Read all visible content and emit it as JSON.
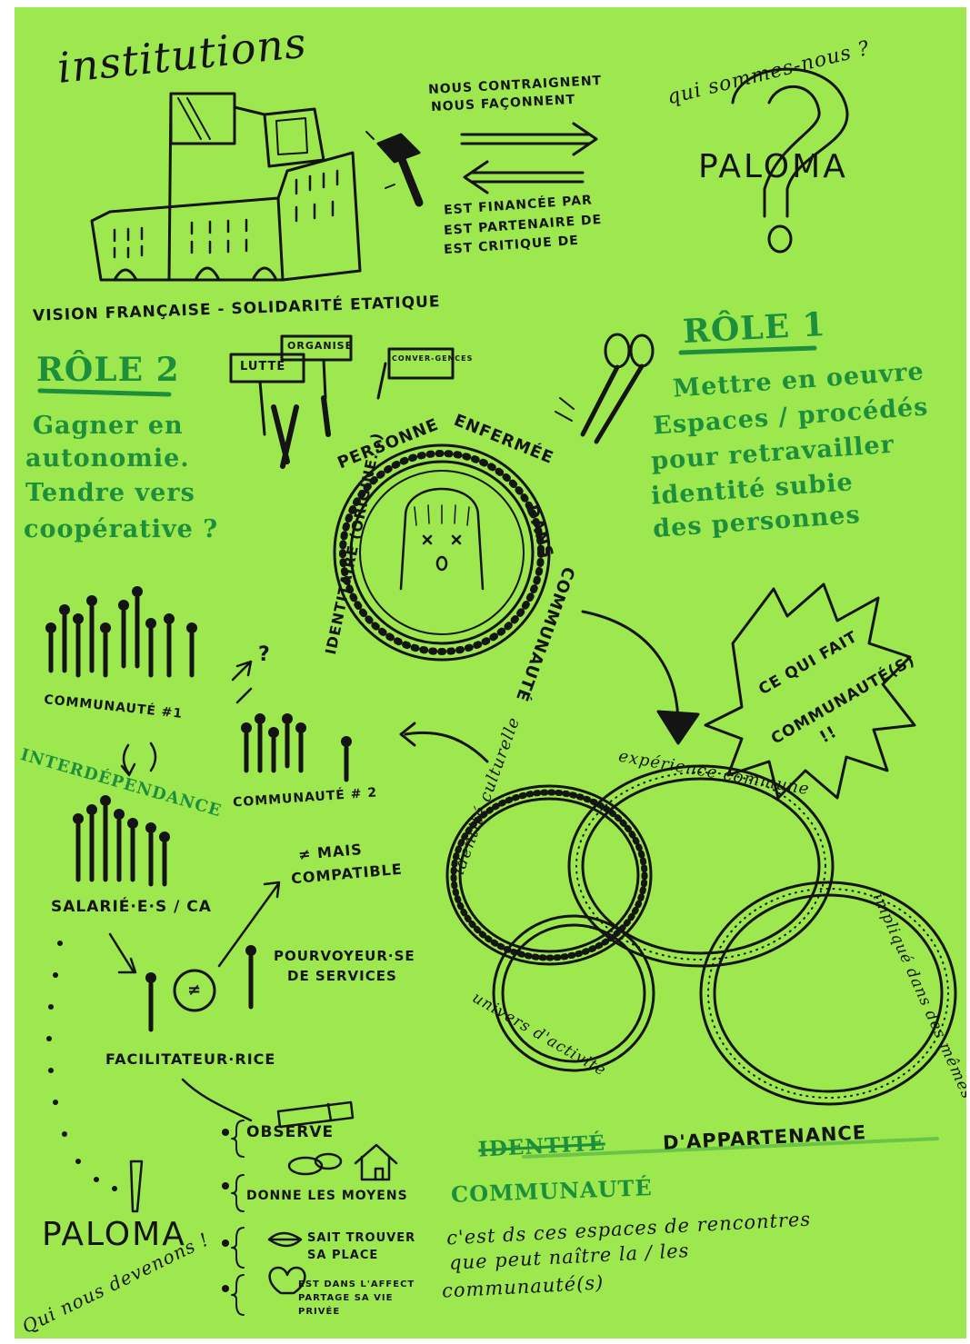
{
  "colors": {
    "paper": "#9ee84f",
    "ink": "#141414",
    "green": "#1d8f3c"
  },
  "header": {
    "institutions": "institutions",
    "nous_contraignent": "NOUS CONTRAIGNENT",
    "nous_faconnent": "NOUS FAÇONNENT",
    "finance_1": "EST FINANCÉE PAR",
    "finance_2": "EST PARTENAIRE DE",
    "finance_3": "EST CRITIQUE DE",
    "vision": "VISION FRANÇAISE - SOLIDARITÉ ETATIQUE",
    "qui_sommes_nous": "qui sommes-nous ?",
    "paloma_top": "PALOMA"
  },
  "roles": {
    "role1_title": "RÔLE 1",
    "role1_lines": [
      "Mettre en oeuvre",
      "Espaces / procédés",
      "pour retravailler",
      "identité subie",
      "des personnes"
    ],
    "role2_title": "RÔLE 2",
    "role2_lines": [
      "Gagner en",
      "autonomie.",
      "Tendre vers",
      "coopérative ?"
    ]
  },
  "signs": {
    "lutte": "LUTTE",
    "organise": "ORGANISE",
    "converge": "CONVER-GENCES"
  },
  "center": {
    "ring_1": "PERSONNE",
    "ring_2": "ENFERMÉE",
    "ring_3": "DANS",
    "ring_4": "COMMUNAUTÉ",
    "ring_5": "IDENTITAIRE (ORIGINE...)"
  },
  "burst": {
    "line1": "CE QUI FAIT",
    "line2": "COMMUNAUTÉ(S)",
    "line3": "!!"
  },
  "communities": {
    "c1": "COMMUNAUTÉ #1",
    "c2": "COMMUNAUTÉ # 2",
    "interdependance": "INTERDÉPENDANCE",
    "question": "?",
    "salaries": "SALARIÉ·E·S / CA",
    "mais_1": "≠ MAIS",
    "mais_2": "COMPATIBLE",
    "neq": "≠",
    "pourvoyeur_1": "POURVOYEUR·SE",
    "pourvoyeur_2": "DE SERVICES",
    "facilitateur": "FACILITATEUR·RICE"
  },
  "venn": {
    "culturelle": "identité culturelle",
    "experience": "expérience commune",
    "activite": "univers d'activité",
    "impliques": "impliqué dans des mêmes luttes"
  },
  "facilitator_list": [
    {
      "text": "OBSERVE",
      "icon": "telescope-icon"
    },
    {
      "text": "DONNE LES MOYENS",
      "icon": "house-icon"
    },
    {
      "text": "SAIT TROUVER SA PLACE",
      "icon": "lips-icon"
    },
    {
      "text": "EST DANS L'AFFECT PARTAGE SA VIE PRIVÉE",
      "icon": "heart-icon"
    }
  ],
  "footer": {
    "identite_struck": "IDENTITÉ",
    "appartenance": "D'APPARTENANCE",
    "communaute": "COMMUNAUTÉ",
    "lines": [
      "c'est ds ces espaces de rencontres",
      "que peut naître la / les",
      "communauté(s)"
    ],
    "paloma_bottom": "PALOMA",
    "qui_devenons": "Qui nous devenons !"
  }
}
